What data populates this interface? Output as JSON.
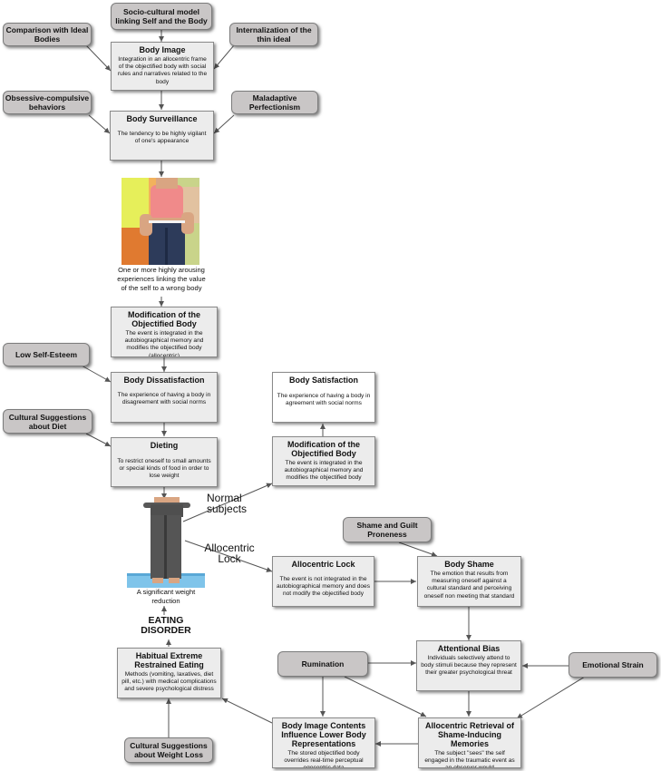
{
  "nodes": {
    "socio_model": "Socio-cultural model linking Self and the Body",
    "comparison": "Comparison with Ideal Bodies",
    "internalization": "Internalization of the thin ideal",
    "body_image": {
      "title": "Body Image",
      "desc": "Integration in an allocentric frame of the objectified body with social rules and narratives related to the body"
    },
    "obsessive": "Obsessive-compulsive behaviors",
    "perfectionism": "Maladaptive Perfectionism",
    "surveillance": {
      "title": "Body Surveillance",
      "desc": "The tendency to be highly vigilant of one's appearance"
    },
    "arousing_caption": "One or more highly arousing experiences linking the value of the self to a wrong body",
    "modification_1": {
      "title": "Modification of the Objectified Body",
      "desc": "The event is integrated in the autobiographical memory and modifies the objectified body (allocentric)"
    },
    "low_self_esteem": "Low Self-Esteem",
    "dissatisfaction": {
      "title": "Body Dissatisfaction",
      "desc": "The experience of having a body in disagreement with social norms"
    },
    "cultural_diet": "Cultural Suggestions about Diet",
    "dieting": {
      "title": "Dieting",
      "desc": "To restrict oneself to small amounts or special kinds of food in order to lose weight"
    },
    "body_satisfaction": {
      "title": "Body Satisfaction",
      "desc": "The experience of having a body in agreement with social norms"
    },
    "modification_2": {
      "title": "Modification of the Objectified Body",
      "desc": "The event is integrated in the autobiographical memory and modifies the objectified body"
    },
    "normal_subjects": "Normal subjects",
    "allocentric_lock_label": "Allocentric Lock",
    "weight_caption": "A significant weight reduction",
    "shame_guilt": "Shame and Guilt Proneness",
    "allocentric_lock": {
      "title": "Allocentric Lock",
      "desc": "The event is not integrated in the autobiographical memory and does not modify the objectified body"
    },
    "body_shame": {
      "title": "Body Shame",
      "desc": "The emotion that results from measuring oneself against a cultural standard and perceiving oneself non meeting that standard"
    },
    "eating_disorder": "EATING DISORDER",
    "habitual": {
      "title": "Habitual Extreme Restrained Eating",
      "desc": "Methods (vomiting, laxatives, diet pill, etc.) with medical complications and severe psychological distress"
    },
    "rumination": "Rumination",
    "attentional_bias": {
      "title": "Attentional Bias",
      "desc": "Individuals selectively attend to body stimuli because they represent their greater psychological threat"
    },
    "emotional_strain": "Emotional Strain",
    "body_image_contents": {
      "title": "Body Image Contents Influence Lower Body Representations",
      "desc": "The stored objectified body overrides real-time perceptual egocentric data"
    },
    "allocentric_retrieval": {
      "title": "Allocentric Retrieval of Shame-Inducing Memories",
      "desc": "The subject \"sees\" the self engaged in the traumatic event as an observer would"
    },
    "cultural_weight_loss": "Cultural Suggestions about Weight Loss"
  }
}
